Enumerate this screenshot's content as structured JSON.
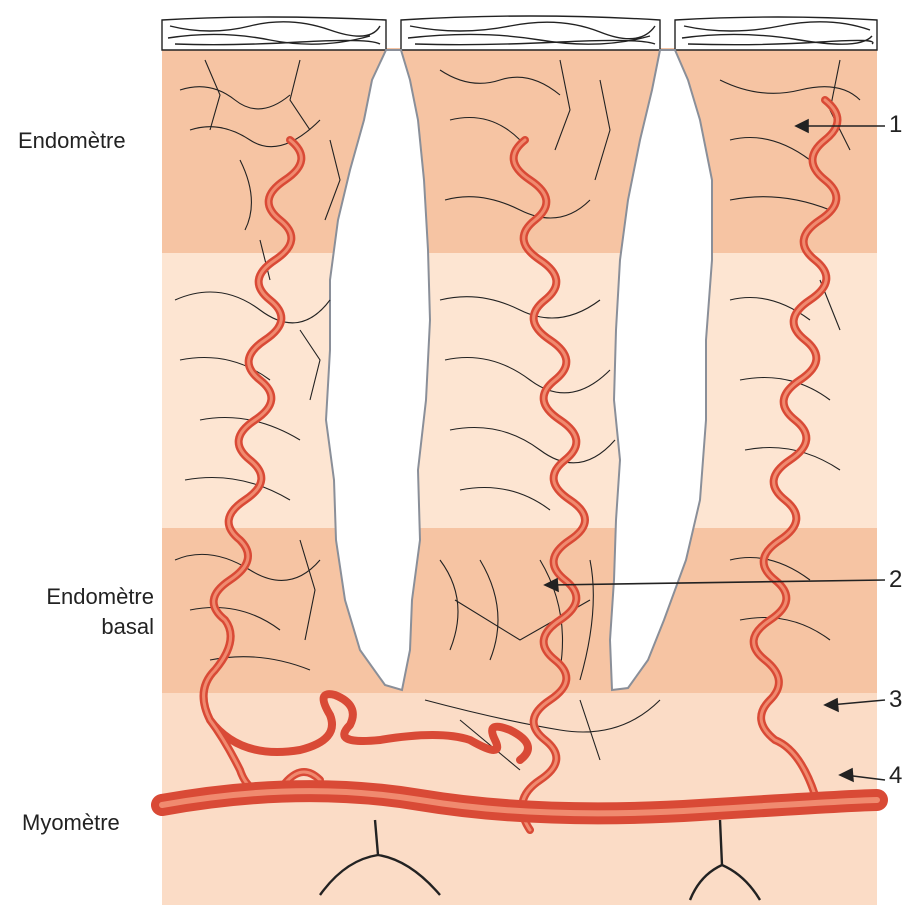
{
  "labels": {
    "endometre": "Endomètre",
    "endometre_basal_line1": "Endomètre",
    "endometre_basal_line2": "basal",
    "myometre": "Myomètre"
  },
  "callouts": [
    "1",
    "2",
    "3",
    "4"
  ],
  "colors": {
    "band_dark": "#f6c4a3",
    "band_light": "#fde5d2",
    "band_myometre": "#fbdcc6",
    "vessel": "#d94a36",
    "vessel_light": "#f08a6f",
    "gland_outline": "#8a8f99",
    "capillary": "#222222"
  }
}
